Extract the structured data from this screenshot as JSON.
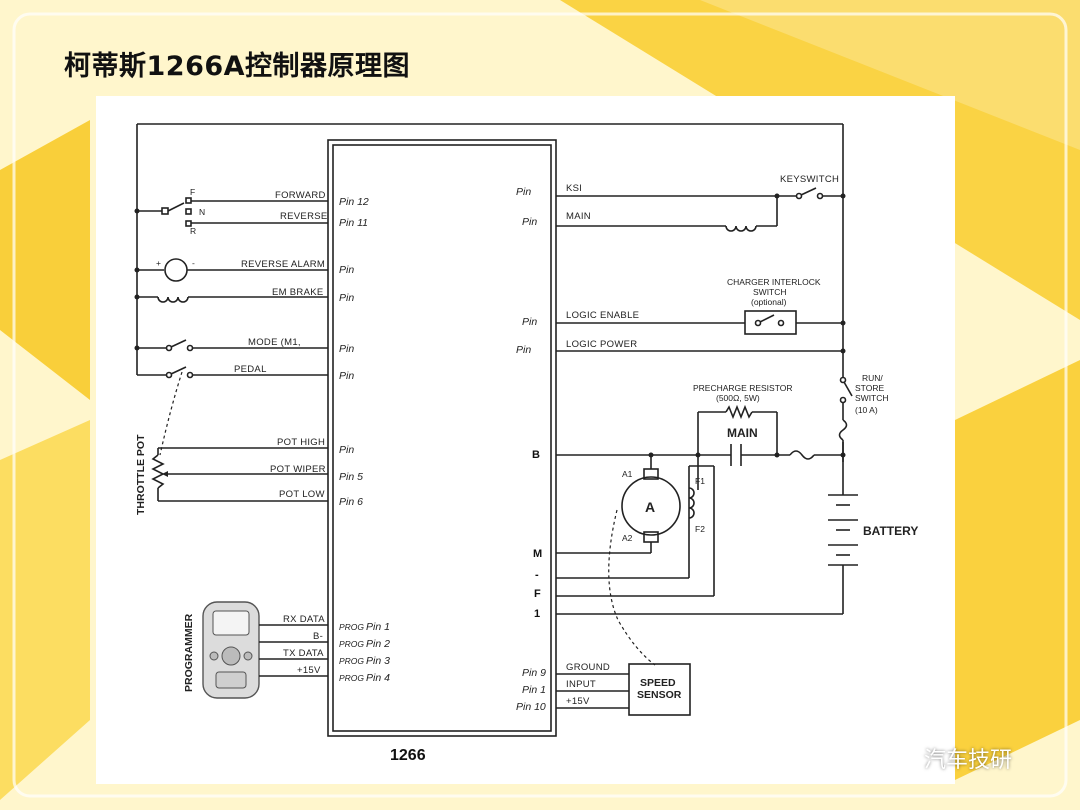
{
  "title": "柯蒂斯1266A控制器原理图",
  "watermark": "汽车技研",
  "controller": {
    "name": "1266",
    "left_signals": [
      {
        "label": "FORWARD",
        "pin": "Pin 12"
      },
      {
        "label": "REVERSE",
        "pin": "Pin 11"
      },
      {
        "label": "REVERSE ALARM",
        "pin": "Pin"
      },
      {
        "label": "EM BRAKE",
        "pin": "Pin"
      },
      {
        "label": "MODE (M1,",
        "pin": "Pin"
      },
      {
        "label": "PEDAL",
        "pin": "Pin"
      },
      {
        "label": "POT HIGH",
        "pin": "Pin"
      },
      {
        "label": "POT WIPER",
        "pin": "Pin 5"
      },
      {
        "label": "POT LOW",
        "pin": "Pin 6"
      }
    ],
    "programmer_signals": [
      {
        "label": "RX DATA",
        "prefix": "PROG",
        "pin": "Pin 1"
      },
      {
        "label": "B-",
        "prefix": "PROG",
        "pin": "Pin 2"
      },
      {
        "label": "TX DATA",
        "prefix": "PROG",
        "pin": "Pin 3"
      },
      {
        "label": "+15V",
        "prefix": "PROG",
        "pin": "Pin 4"
      }
    ],
    "right_signals": [
      {
        "label": "KSI",
        "pin": "Pin"
      },
      {
        "label": "MAIN",
        "pin": "Pin"
      },
      {
        "label": "LOGIC ENABLE",
        "pin": "Pin"
      },
      {
        "label": "LOGIC POWER",
        "pin": "Pin"
      }
    ],
    "power_terminals": [
      "B",
      "M",
      "-",
      "F",
      "1"
    ],
    "sensor_signals": [
      {
        "label": "GROUND",
        "pin": "Pin 9"
      },
      {
        "label": "INPUT",
        "pin": "Pin 1"
      },
      {
        "label": "+15V",
        "pin": "Pin 10"
      }
    ]
  },
  "components": {
    "direction_switch": {
      "f": "F",
      "n": "N",
      "r": "R"
    },
    "alarm_polarity": {
      "plus": "+",
      "minus": "-"
    },
    "keyswitch": "KEYSWITCH",
    "charger_interlock": [
      "CHARGER INTERLOCK",
      "SWITCH",
      "(optional)"
    ],
    "run_store": [
      "RUN/",
      "STORE",
      "SWITCH",
      "(10 A)"
    ],
    "precharge": [
      "PRECHARGE RESISTOR",
      "(500Ω, 5W)"
    ],
    "main_contactor": "MAIN",
    "battery": "BATTERY",
    "motor": {
      "label": "A",
      "a1": "A1",
      "a2": "A2",
      "f1": "F1",
      "f2": "F2"
    },
    "speed_sensor": [
      "SPEED",
      "SENSOR"
    ],
    "throttle_pot": "THROTTLE POT",
    "programmer": "PROGRAMMER"
  },
  "colors": {
    "accent_yellow": "#f8c81c",
    "light_yellow": "#fff4b8",
    "ink": "#222222"
  }
}
